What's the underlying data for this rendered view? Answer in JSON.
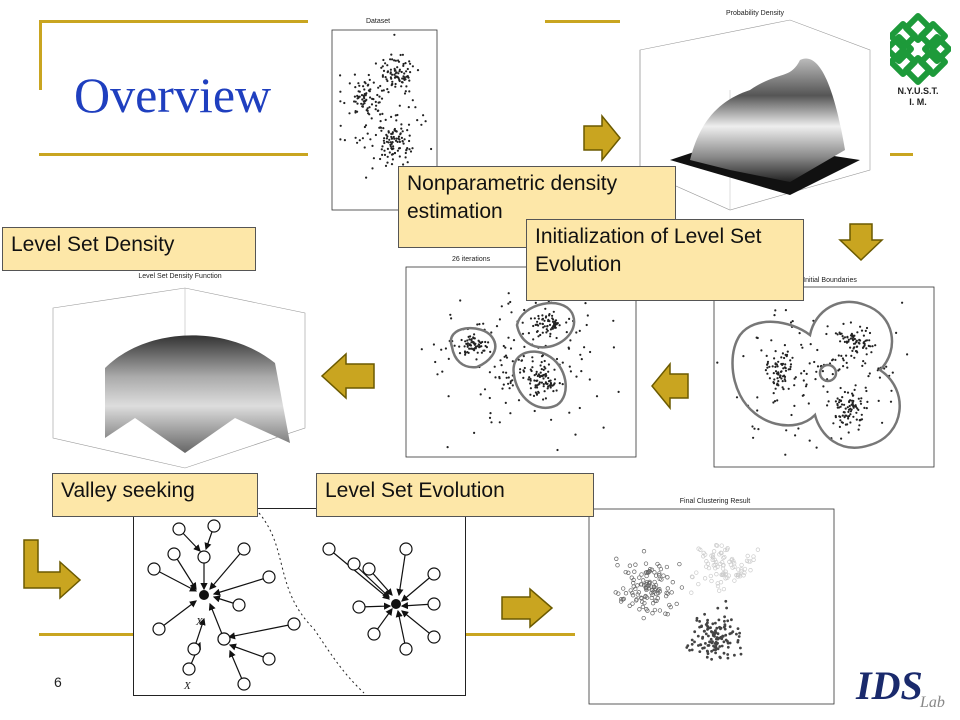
{
  "slide": {
    "title": "Overview",
    "page_number": "6",
    "accent": "#c9a520",
    "title_color": "#1f3fbf",
    "box_fill": "#fde7a8"
  },
  "logo_top": {
    "line1": "N.Y.U.S.T.",
    "line2": "I. M."
  },
  "logo_bottom": {
    "text": "IDS",
    "sub": "Lab"
  },
  "panels": {
    "dataset": {
      "title": "Dataset"
    },
    "probability_density": {
      "title": "Probability Density"
    },
    "evolution": {
      "title": "26 iterations"
    },
    "initial_boundaries": {
      "title": "Initial Boundaries"
    },
    "level_set_function": {
      "title": "Level Set Density Function"
    },
    "final_clustering": {
      "title": "Final Clustering Result"
    }
  },
  "labels": {
    "nonparametric": "Nonparametric density estimation",
    "initialization": "Initialization of Level Set Evolution",
    "level_set_density": "Level Set Density",
    "valley_seeking": "Valley seeking",
    "level_set_evolution": "Level Set Evolution"
  },
  "graph_labels": {
    "x1": "X",
    "x2": "X"
  }
}
